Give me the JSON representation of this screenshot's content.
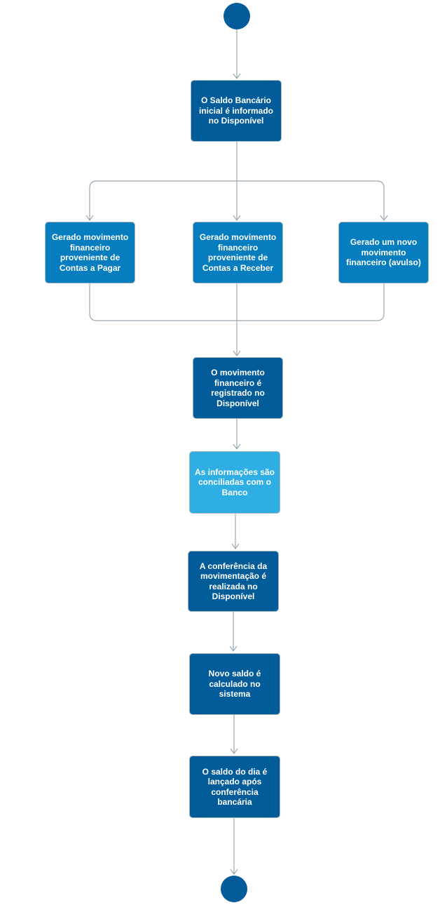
{
  "diagram": {
    "colors": {
      "dark_node": "#035c9a",
      "mid_node": "#057dbe",
      "light_node": "#2eaee3",
      "connector": "#9aa8b1",
      "node_border": "#a9b4bc"
    },
    "start_node": {
      "shape": "circle"
    },
    "end_node": {
      "shape": "circle"
    },
    "nodes": [
      {
        "id": "saldo-inicial",
        "label": "O Saldo Bancário inicial é informado no Disponível"
      },
      {
        "id": "contas-pagar",
        "label": "Gerado movimento financeiro proveniente de Contas a Pagar"
      },
      {
        "id": "contas-receber",
        "label": "Gerado movimento financeiro proveniente de Contas a Receber"
      },
      {
        "id": "avulso",
        "label": "Gerado um novo movimento financeiro (avulso)"
      },
      {
        "id": "registrado",
        "label": "O movimento financeiro é registrado no Disponível"
      },
      {
        "id": "conciliadas",
        "label": "As informações são conciliadas com o Banco"
      },
      {
        "id": "conferencia",
        "label": "A conferência da movimentação é realizada no Disponível"
      },
      {
        "id": "novo-saldo",
        "label": "Novo saldo é calculado no sistema"
      },
      {
        "id": "saldo-dia",
        "label": "O saldo do dia é lançado após conferência bancária"
      }
    ]
  }
}
